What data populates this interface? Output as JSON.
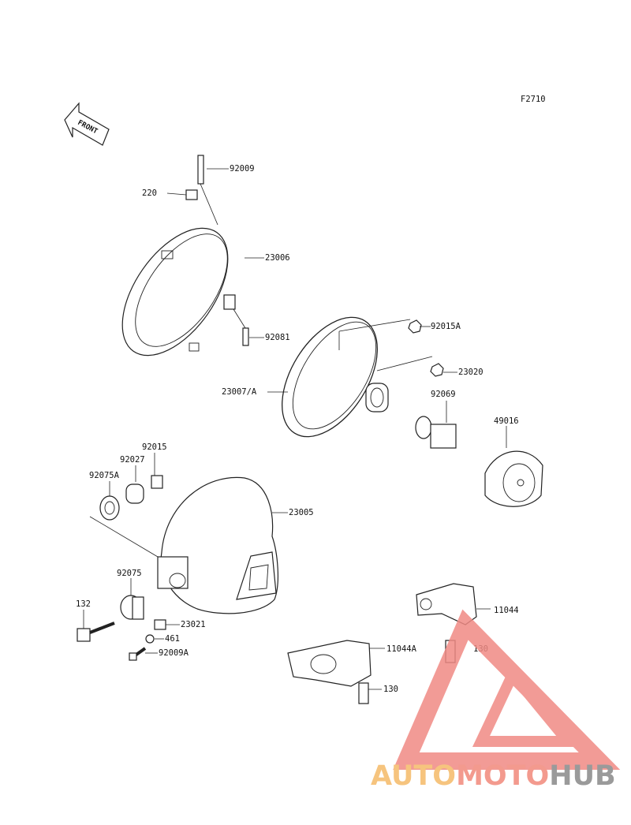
{
  "figure_code": "F2710",
  "front_arrow": "FRONT",
  "parts": {
    "p92009": "92009",
    "p220": "220",
    "p23006": "23006",
    "p92081": "92081",
    "p92015A": "92015A",
    "p23020": "23020",
    "p23007A": "23007/A",
    "p92069": "92069",
    "p49016": "49016",
    "p92015": "92015",
    "p92027": "92027",
    "p92075A": "92075A",
    "p23005": "23005",
    "p92075": "92075",
    "p132": "132",
    "p23021": "23021",
    "p461": "461",
    "p92009A": "92009A",
    "p11044": "11044",
    "p11044A": "11044A",
    "p130a": "130",
    "p130b": "130"
  },
  "watermark": {
    "part1": "AUTO",
    "part2": "MOTO",
    "part3": "HUB",
    "color1": "#f6c47e",
    "color2": "#f39a8e",
    "color3": "#9a9a9a",
    "logo_color": "#f08a84"
  }
}
